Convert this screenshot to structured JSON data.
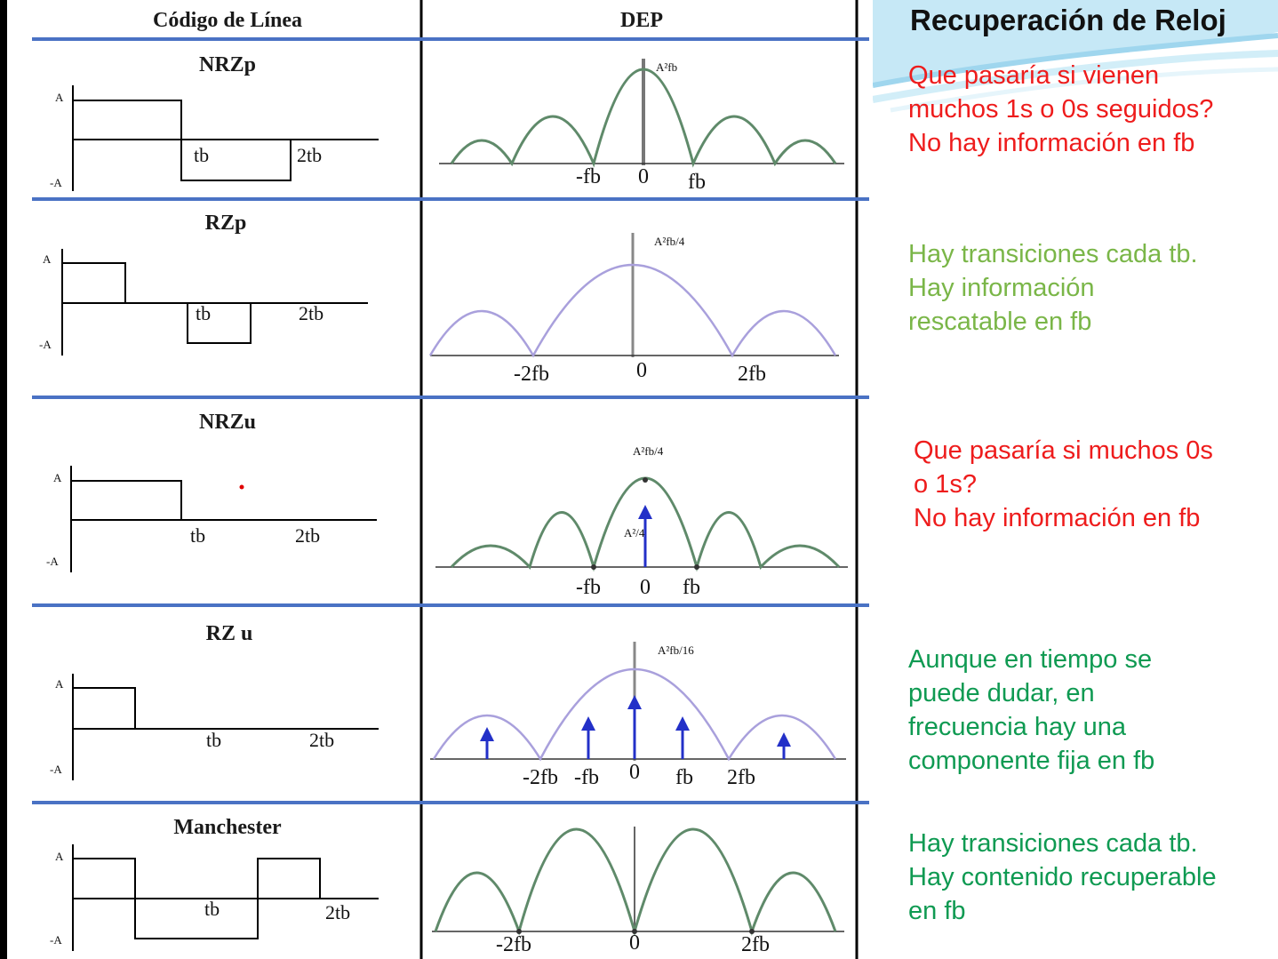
{
  "headers": {
    "code": "Código de Línea",
    "psd": "DEP"
  },
  "rows": [
    {
      "code": "NRZp",
      "time_labels": {
        "amp_pos": "A",
        "amp_neg": "-A",
        "t1": "tb",
        "t2": "2tb"
      },
      "psd_labels": {
        "peak": "A²fb",
        "neg": "-fb",
        "zero": "0",
        "pos": "fb"
      }
    },
    {
      "code": "RZp",
      "time_labels": {
        "amp_pos": "A",
        "amp_neg": "-A",
        "t1": "tb",
        "t2": "2tb"
      },
      "psd_labels": {
        "peak": "A²fb/4",
        "neg": "-2fb",
        "zero": "0",
        "pos": "2fb"
      }
    },
    {
      "code": "NRZu",
      "time_labels": {
        "amp_pos": "A",
        "amp_neg": "-A",
        "t1": "tb",
        "t2": "2tb"
      },
      "psd_labels": {
        "peak": "A²fb/4",
        "delta": "A²/4",
        "neg": "-fb",
        "zero": "0",
        "pos": "fb"
      }
    },
    {
      "code": "RZ u",
      "time_labels": {
        "amp_pos": "A",
        "amp_neg": "-A",
        "t1": "tb",
        "t2": "2tb"
      },
      "psd_labels": {
        "peak": "A²fb/16",
        "neg2": "-2fb",
        "neg": "-fb",
        "zero": "0",
        "pos": "fb",
        "pos2": "2fb"
      }
    },
    {
      "code": "Manchester",
      "time_labels": {
        "amp_pos": "A",
        "amp_neg": "-A",
        "t1": "tb",
        "t2": "2tb"
      },
      "psd_labels": {
        "neg": "-2fb",
        "zero": "0",
        "pos": "2fb"
      }
    }
  ],
  "right_panel": {
    "title": "Recuperación de Reloj",
    "notes": [
      {
        "lines": [
          "Que pasaría si vienen",
          "muchos 1s o 0s seguidos?",
          "No hay información en fb"
        ],
        "color": "#ee1c1c"
      },
      {
        "lines": [
          "Hay transiciones cada tb.",
          "Hay información",
          "rescatable en fb"
        ],
        "color": "#7ab648"
      },
      {
        "lines": [
          "Que pasaría si muchos 0s",
          "o 1s?",
          "No hay información en fb"
        ],
        "color": "#ee1c1c"
      },
      {
        "lines": [
          "Aunque en tiempo se",
          "puede dudar, en",
          "frecuencia hay una",
          "componente fija en fb"
        ],
        "color": "#0f9a52"
      },
      {
        "lines": [
          "Hay transiciones cada tb.",
          "Hay contenido recuperable",
          "en fb"
        ],
        "color": "#0f9a52"
      }
    ]
  },
  "colors": {
    "grid_blue": "#4a72c4",
    "psd_green": "#5f8a6a",
    "psd_lavender": "#a9a0dc",
    "delta_blue": "#2330c8",
    "red_text": "#ee1c1c",
    "light_green_text": "#7ab648",
    "dark_green_text": "#0f9a52"
  }
}
